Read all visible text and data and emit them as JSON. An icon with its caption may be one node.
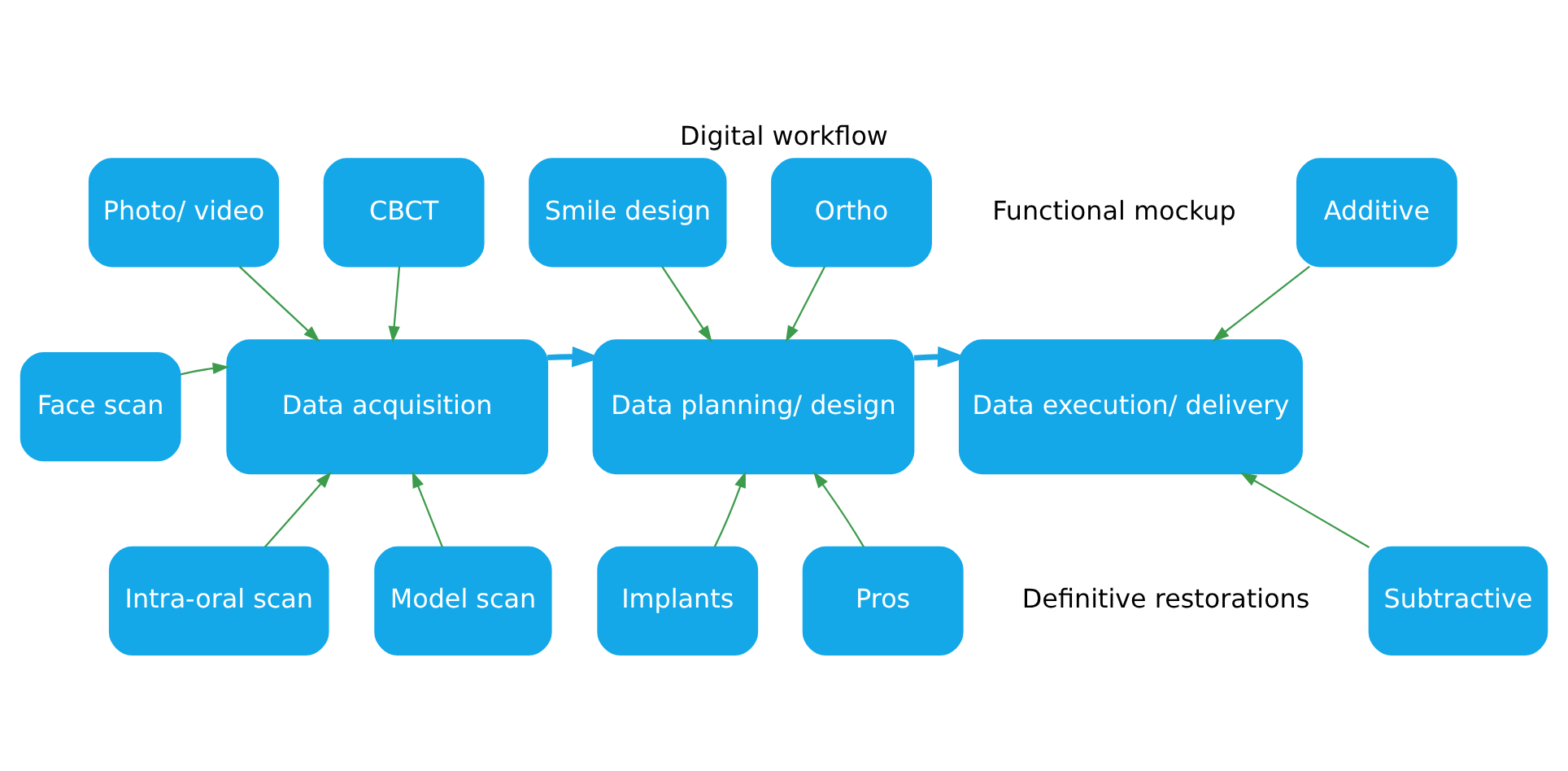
{
  "diagram": {
    "title": "Digital workflow",
    "nodes": [
      {
        "text": [
          "Photo/ video"
        ]
      },
      {
        "text": [
          "CBCT"
        ]
      },
      {
        "text": [
          "Smile design"
        ]
      },
      {
        "text": [
          "Ortho"
        ]
      },
      {
        "text": [
          "Additive"
        ]
      },
      {
        "text": [
          "Face scan"
        ]
      },
      {
        "text": [
          "Data acquisition"
        ]
      },
      {
        "text": [
          "Data planning/ design"
        ]
      },
      {
        "text": [
          "Data execution/ delivery"
        ]
      },
      {
        "text": [
          "Intra-oral scan"
        ]
      },
      {
        "text": [
          "Model scan"
        ]
      },
      {
        "text": [
          "Implants"
        ]
      },
      {
        "text": [
          "Pros"
        ]
      },
      {
        "text": [
          "Subtractive"
        ]
      }
    ],
    "edges": [
      {
        "from": 0,
        "to": 6,
        "arrow": "to"
      },
      {
        "from": 1,
        "to": 6,
        "arrow": "to"
      },
      {
        "from": 5,
        "to": 6,
        "arrow": "to"
      },
      {
        "from": 9,
        "to": 6,
        "arrow": "to"
      },
      {
        "from": 10,
        "to": 6,
        "arrow": "to"
      },
      {
        "from": 2,
        "to": 7,
        "arrow": "to"
      },
      {
        "from": 3,
        "to": 7,
        "arrow": "to"
      },
      {
        "from": 11,
        "to": 7,
        "arrow": "to"
      },
      {
        "from": 12,
        "to": 7,
        "arrow": "to"
      },
      {
        "from": 4,
        "to": 8,
        "arrow": "to"
      },
      {
        "from": 13,
        "to": 8,
        "arrow": "to"
      },
      {
        "from": 6,
        "to": 7,
        "arrow": "to",
        "style": "thick",
        "color": "#1aa6e4"
      },
      {
        "from": 7,
        "to": 8,
        "arrow": "to",
        "style": "thick",
        "color": "#1aa6e4"
      }
    ],
    "labels": [
      "Functional mockup",
      "Definitive restorations"
    ]
  }
}
